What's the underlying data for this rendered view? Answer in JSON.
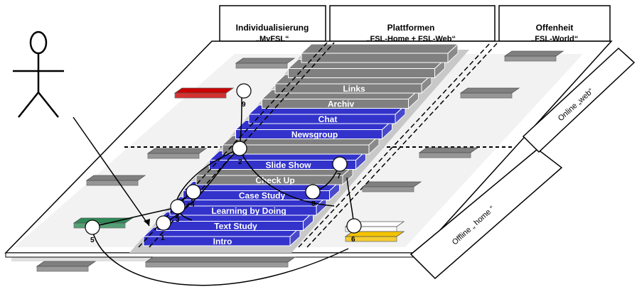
{
  "headers": {
    "left": {
      "title": "Individualisierung",
      "subtitle": "„MyFSL“"
    },
    "center": {
      "title": "Plattformen",
      "subtitle": "„FSL-Home + FSL-Web“"
    },
    "right": {
      "title": "Offenheit",
      "subtitle": "„FSL-World“"
    }
  },
  "layers": [
    {
      "label": "Intro",
      "color": "#3333cc"
    },
    {
      "label": "Text Study",
      "color": "#3333cc"
    },
    {
      "label": "Learning by Doing",
      "color": "#3333cc"
    },
    {
      "label": "Case Study",
      "color": "#3333cc"
    },
    {
      "label": "Check Up",
      "color": "#808080"
    },
    {
      "label": "Slide Show",
      "color": "#3333cc"
    },
    {
      "label": "",
      "color": "#808080"
    },
    {
      "label": "Newsgroup",
      "color": "#3333cc"
    },
    {
      "label": "Chat",
      "color": "#3333cc"
    },
    {
      "label": "Archiv",
      "color": "#808080"
    },
    {
      "label": "Links",
      "color": "#808080"
    },
    {
      "label": "",
      "color": "#808080"
    },
    {
      "label": "",
      "color": "#808080"
    }
  ],
  "steps": [
    "1",
    "2",
    "3",
    "4",
    "5",
    "6",
    "7",
    "8",
    "9"
  ],
  "side_labels": {
    "offline": "Offline „ home “",
    "online": "Online „web“"
  },
  "colors": {
    "blue": "#3333cc",
    "gray": "#808080",
    "red": "#cc0000",
    "green": "#2e8b57",
    "yellow": "#f5c400"
  }
}
